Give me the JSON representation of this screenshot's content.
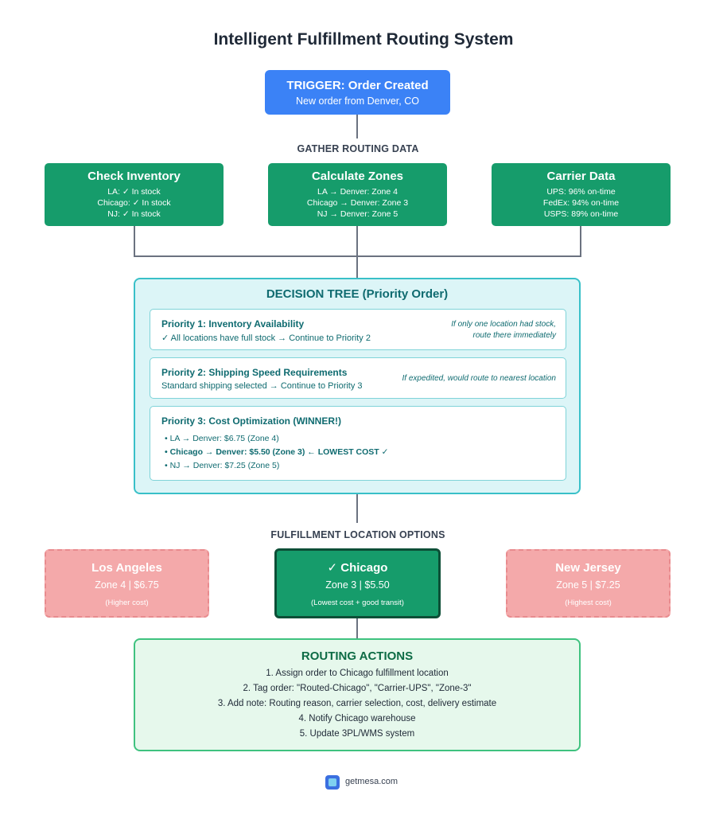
{
  "title": "Intelligent Fulfillment Routing System",
  "trigger": {
    "heading": "TRIGGER: Order Created",
    "subtext": "New order from Denver, CO"
  },
  "gather_label": "GATHER ROUTING DATA",
  "inventory": {
    "heading": "Check Inventory",
    "lines": [
      "LA: ✓ In stock",
      "Chicago: ✓ In stock",
      "NJ: ✓ In stock"
    ]
  },
  "zones": {
    "heading": "Calculate Zones",
    "lines": [
      "LA → Denver: Zone 4",
      "Chicago → Denver: Zone 3",
      "NJ → Denver: Zone 5"
    ]
  },
  "carriers": {
    "heading": "Carrier Data",
    "lines": [
      "UPS: 96% on-time",
      "FedEx: 94% on-time",
      "USPS: 89% on-time"
    ]
  },
  "decision": {
    "heading": "DECISION TREE (Priority Order)",
    "p1": {
      "heading": "Priority 1: Inventory Availability",
      "line": "✓ All locations have full stock → Continue to Priority 2",
      "note1": "If only one location had stock,",
      "note2": "route there immediately"
    },
    "p2": {
      "heading": "Priority 2: Shipping Speed Requirements",
      "line": "Standard shipping selected → Continue to Priority 3",
      "note": "If expedited, would route to nearest location"
    },
    "p3": {
      "heading": "Priority 3: Cost Optimization (WINNER!)",
      "bullets": [
        "• LA → Denver: $6.75 (Zone 4)",
        "• Chicago → Denver: $5.50 (Zone 3) ← LOWEST COST ✓",
        "• NJ → Denver: $7.25 (Zone 5)"
      ]
    }
  },
  "options_label": "FULFILLMENT LOCATION OPTIONS",
  "options": [
    {
      "name": "Los Angeles",
      "detail": "Zone 4 | $6.75",
      "note": "(Higher cost)"
    },
    {
      "name": "✓ Chicago",
      "detail": "Zone 3 | $5.50",
      "note": "(Lowest cost + good transit)"
    },
    {
      "name": "New Jersey",
      "detail": "Zone 5 | $7.25",
      "note": "(Highest cost)"
    }
  ],
  "actions": {
    "heading": "ROUTING ACTIONS",
    "lines": [
      "1. Assign order to Chicago fulfillment location",
      "2. Tag order: \"Routed-Chicago\", \"Carrier-UPS\", \"Zone-3\"",
      "3. Add note: Routing reason, carrier selection, cost, delivery estimate",
      "4. Notify Chicago warehouse",
      "5. Update 3PL/WMS system"
    ]
  },
  "brand": {
    "text": "getmesa.com",
    "icon": "mesa-logo-icon"
  },
  "colors": {
    "trigger": "#3b82f6",
    "green": "#169c6b",
    "teal_border": "#39c0c8",
    "faded_red": "#f4a9aa",
    "actions_bg": "#e6f8ec"
  }
}
